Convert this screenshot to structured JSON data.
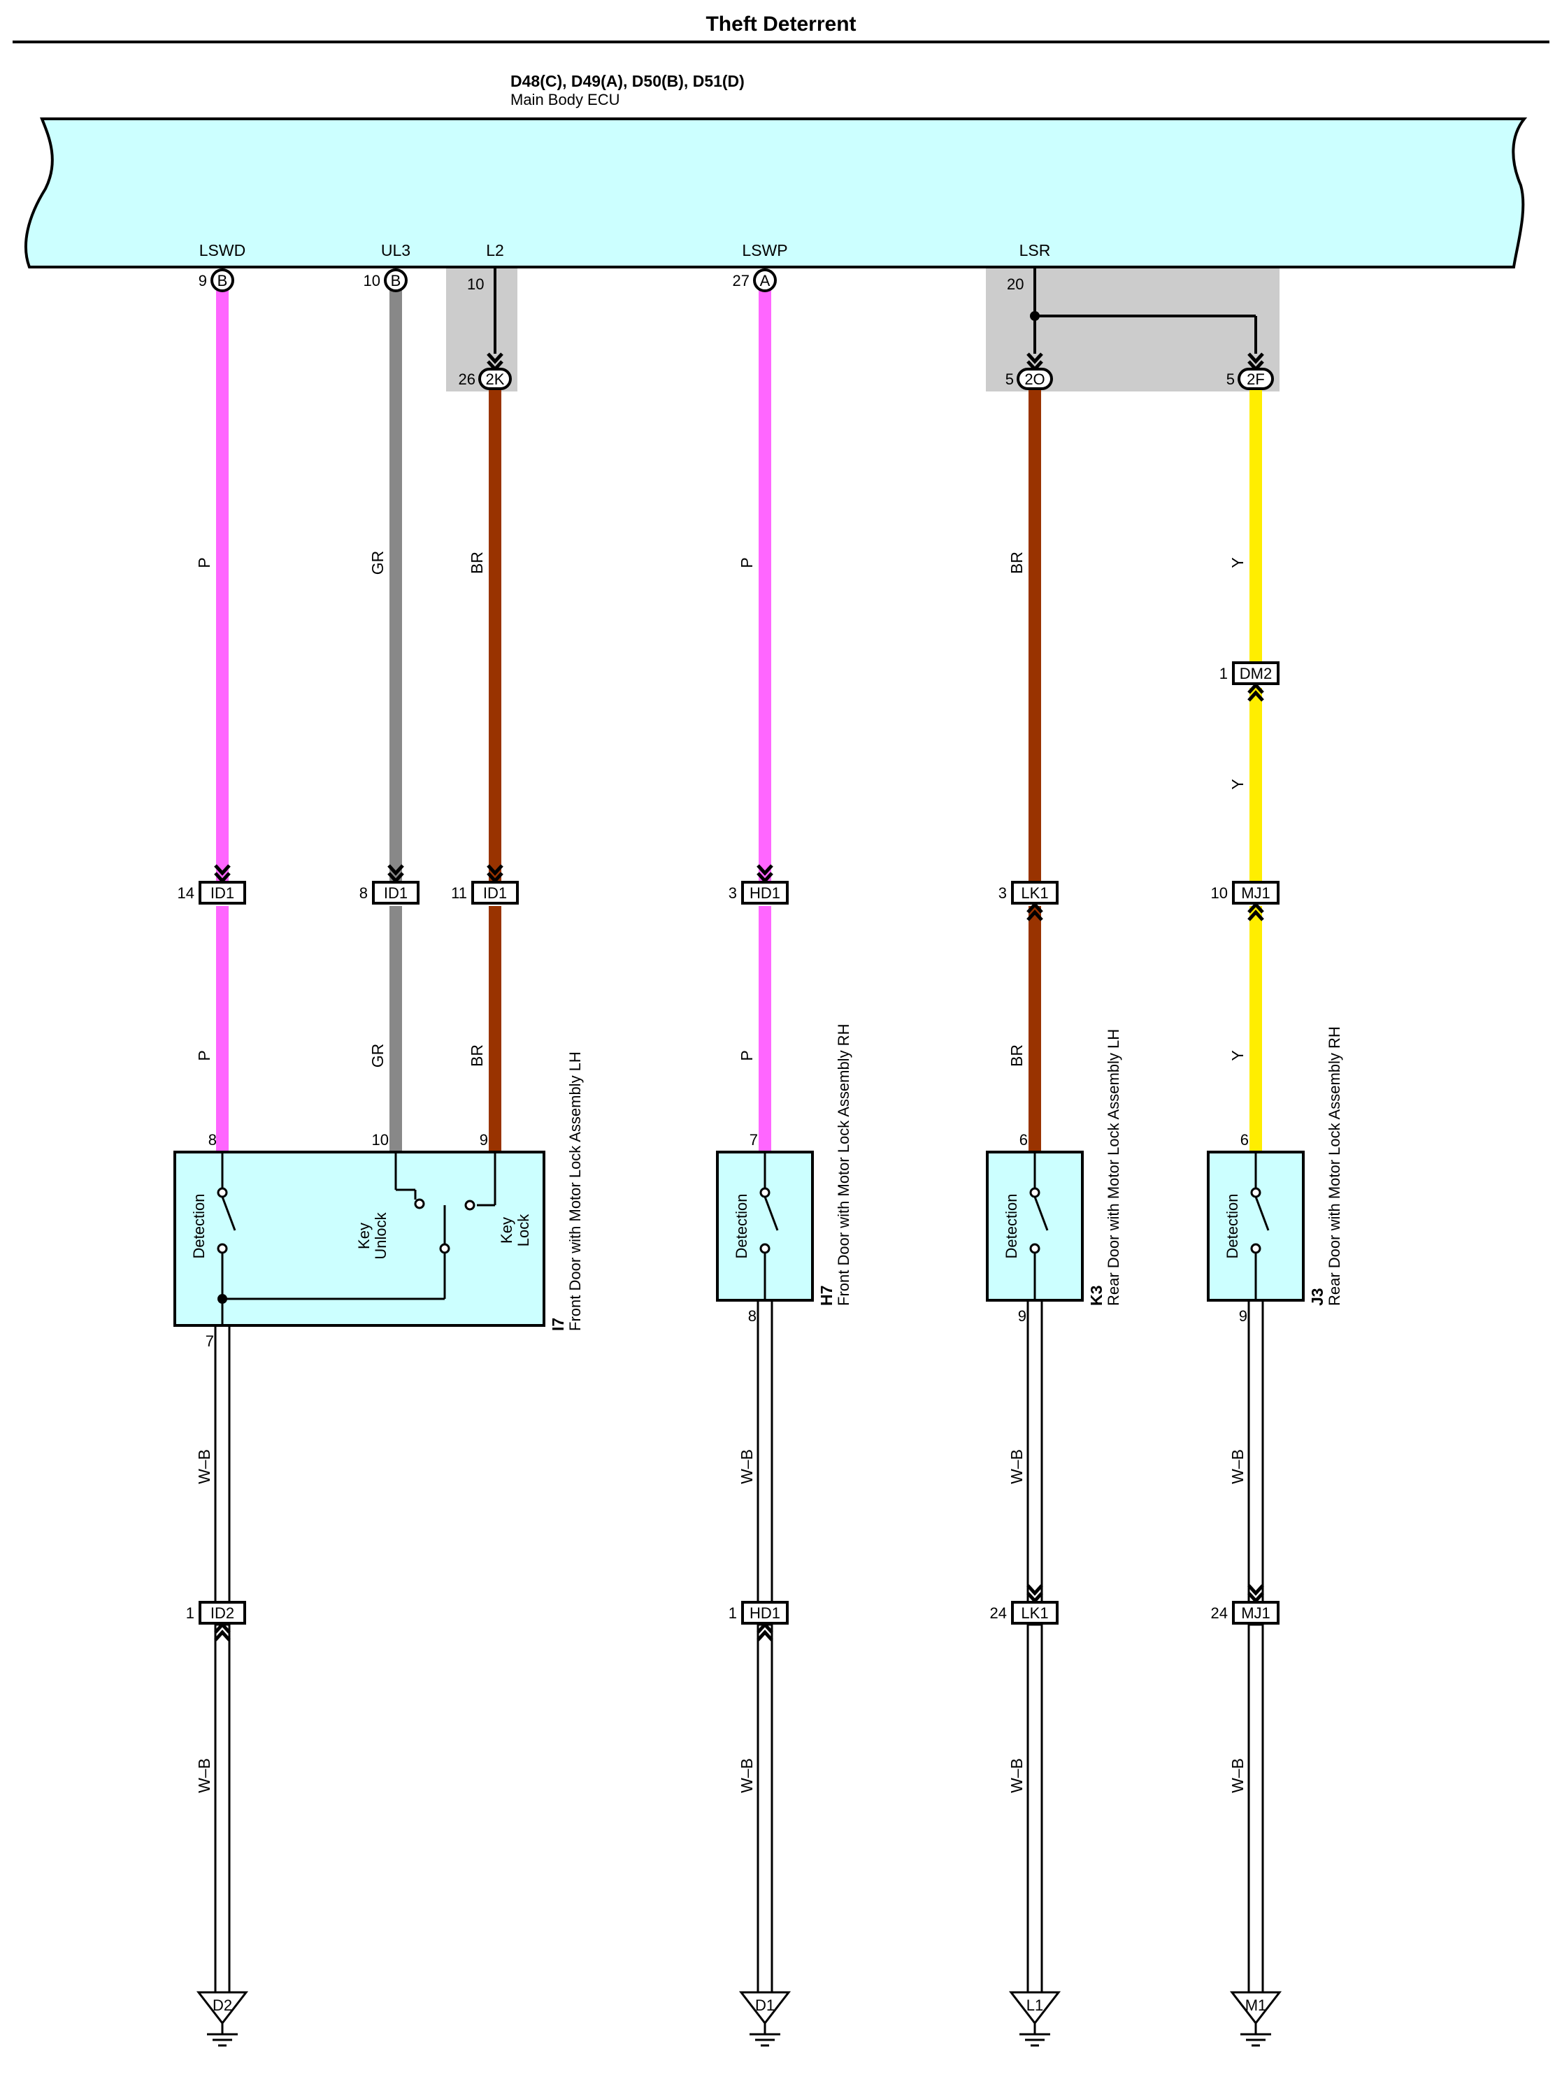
{
  "title": "Theft Deterrent",
  "ecu": {
    "connectors": "D48(C), D49(A), D50(B), D51(D)",
    "name": "Main Body ECU",
    "fill_color": "#ccffff"
  },
  "ports": [
    {
      "id": "LSWD",
      "label": "LSWD",
      "pin": "9",
      "conn_letter": "B"
    },
    {
      "id": "UL3",
      "label": "UL3",
      "pin": "10",
      "conn_letter": "B"
    },
    {
      "id": "L2",
      "label": "L2",
      "pin": "10"
    },
    {
      "id": "LSWP",
      "label": "LSWP",
      "pin": "27",
      "conn_letter": "A"
    },
    {
      "id": "LSR",
      "label": "LSR",
      "pin": "20"
    }
  ],
  "junctions": [
    {
      "pin": "26",
      "code": "2K"
    },
    {
      "pin": "5",
      "code": "2O"
    },
    {
      "pin": "5",
      "code": "2F"
    }
  ],
  "wire_colors": {
    "P": "#ff66ff",
    "GR": "#888888",
    "BR": "#993300",
    "Y": "#ffee00",
    "W-B": "#ffffff"
  },
  "wire_labels": {
    "p": "P",
    "gr": "GR",
    "br": "BR",
    "y": "Y",
    "wb": "W–B"
  },
  "connectors": [
    {
      "pin": "1",
      "code": "DM2"
    },
    {
      "pin": "14",
      "code": "ID1"
    },
    {
      "pin": "8",
      "code": "ID1"
    },
    {
      "pin": "11",
      "code": "ID1"
    },
    {
      "pin": "3",
      "code": "HD1"
    },
    {
      "pin": "3",
      "code": "LK1"
    },
    {
      "pin": "10",
      "code": "MJ1"
    },
    {
      "pin": "1",
      "code": "ID2"
    },
    {
      "pin": "1",
      "code": "HD1"
    },
    {
      "pin": "24",
      "code": "LK1"
    },
    {
      "pin": "24",
      "code": "MJ1"
    }
  ],
  "components": [
    {
      "code": "I7",
      "name": "Front Door with Motor Lock Assembly LH",
      "pins": {
        "detection": "8",
        "unlock": "10",
        "lock": "9",
        "ground": "7"
      },
      "switch_labels": {
        "detection": "Detection",
        "unlock_1": "Key",
        "unlock_2": "Unlock",
        "lock_1": "Key",
        "lock_2": "Lock"
      }
    },
    {
      "code": "H7",
      "name": "Front Door with Motor Lock Assembly RH",
      "pins": {
        "detection": "7",
        "ground": "8"
      },
      "switch_label": "Detection"
    },
    {
      "code": "K3",
      "name": "Rear Door with Motor Lock Assembly LH",
      "pins": {
        "detection": "6",
        "ground": "9"
      },
      "switch_label": "Detection"
    },
    {
      "code": "J3",
      "name": "Rear Door with Motor Lock Assembly RH",
      "pins": {
        "detection": "6",
        "ground": "9"
      },
      "switch_label": "Detection"
    }
  ],
  "grounds": [
    {
      "code": "D2"
    },
    {
      "code": "D1"
    },
    {
      "code": "L1"
    },
    {
      "code": "M1"
    }
  ]
}
